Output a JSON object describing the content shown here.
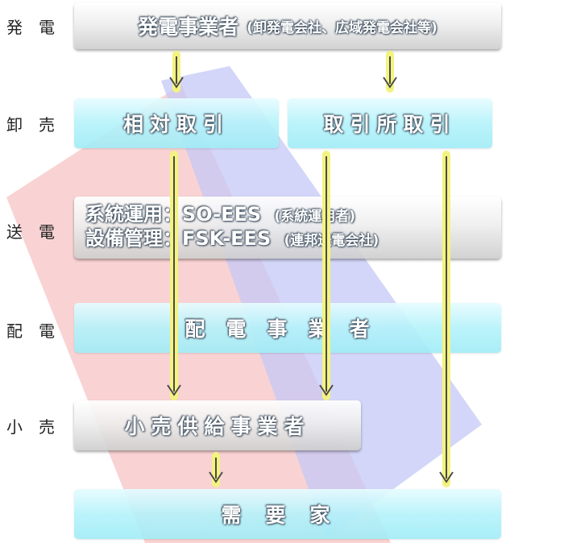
{
  "rows": {
    "generation": "発電",
    "wholesale": "卸売",
    "transmission": "送電",
    "distribution": "配電",
    "retail": "小売"
  },
  "boxes": {
    "generators": {
      "main": "発電事業者",
      "sub": "(卸発電会社、広域発電会社等)"
    },
    "bilateral": "相対取引",
    "exchange": "取引所取引",
    "system_operation": {
      "main": "系統運用：SO-EES",
      "sub": "(系統運用者)"
    },
    "grid_management": {
      "main": "設備管理：FSK-EES",
      "sub": "(連邦送電会社)"
    },
    "distribution_companies": "配電事業者",
    "retail_suppliers": "小売供給事業者",
    "consumers": "需要家"
  },
  "colors": {
    "box_gray": "#e6e6e6",
    "box_cyan": "#b4f2fa",
    "arrow_yellow": "#f3f380",
    "arrow_line": "#4a4a4a",
    "band_red": "#f7c4c4",
    "band_blue": "#c4c8f5"
  }
}
